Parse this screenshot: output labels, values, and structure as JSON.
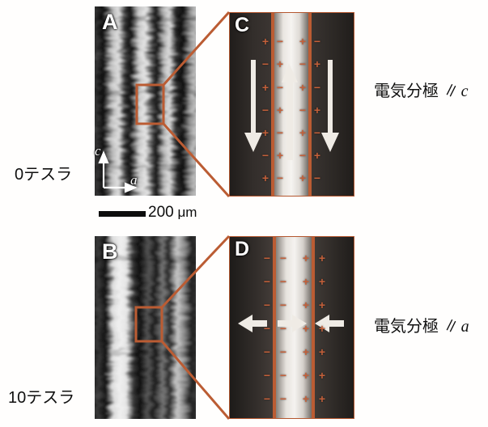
{
  "figure": {
    "background_color": "#fffefd",
    "accent_color": "#bb5c33",
    "sign_color": "#c4603a",
    "arrow_color": "#f0ece6"
  },
  "panels": {
    "a": {
      "letter": "A",
      "kind": "micrograph",
      "field_label": "0テスラ",
      "axis_vertical": "c",
      "axis_horizontal": "a"
    },
    "b": {
      "letter": "B",
      "kind": "micrograph",
      "field_label": "10テスラ"
    },
    "c": {
      "letter": "C",
      "kind": "schematic",
      "polarization_label": "電気分極 ∥",
      "polarization_axis": "c",
      "domains": [
        {
          "name": "left-domain",
          "brightness": "dark",
          "arrow": "down"
        },
        {
          "name": "center-domain",
          "brightness": "bright",
          "arrow": "up"
        },
        {
          "name": "right-domain",
          "brightness": "dark",
          "arrow": "down"
        }
      ],
      "charge_columns": [
        {
          "name": "wall1-left",
          "signs": [
            "+",
            "−",
            "+",
            "−",
            "+",
            "−",
            "+"
          ]
        },
        {
          "name": "wall1-right",
          "signs": [
            "−",
            "+",
            "−",
            "+",
            "−",
            "+",
            "−"
          ]
        },
        {
          "name": "wall2-left",
          "signs": [
            "+",
            "−",
            "+",
            "−",
            "+",
            "−",
            "+"
          ]
        },
        {
          "name": "wall2-right",
          "signs": [
            "−",
            "+",
            "−",
            "+",
            "−",
            "+",
            "−"
          ]
        }
      ]
    },
    "d": {
      "letter": "D",
      "kind": "schematic",
      "polarization_label": "電気分極 ∥",
      "polarization_axis": "a",
      "domains": [
        {
          "name": "left-domain",
          "brightness": "dark",
          "arrow": "left"
        },
        {
          "name": "center-domain",
          "brightness": "bright",
          "arrow": "right"
        },
        {
          "name": "right-domain",
          "brightness": "dark",
          "arrow": "left"
        }
      ],
      "charge_columns": [
        {
          "name": "wall1-left",
          "signs": [
            "−",
            "−",
            "−",
            "−",
            "−",
            "−",
            "−"
          ]
        },
        {
          "name": "wall1-right",
          "signs": [
            "−",
            "−",
            "−",
            "−",
            "−",
            "−",
            "−"
          ]
        },
        {
          "name": "wall2-left",
          "signs": [
            "+",
            "+",
            "+",
            "+",
            "+",
            "+",
            "+"
          ]
        },
        {
          "name": "wall2-right",
          "signs": [
            "+",
            "+",
            "+",
            "+",
            "+",
            "+",
            "+"
          ]
        }
      ]
    }
  },
  "scale_bar": {
    "value": "200",
    "unit": "μm"
  }
}
